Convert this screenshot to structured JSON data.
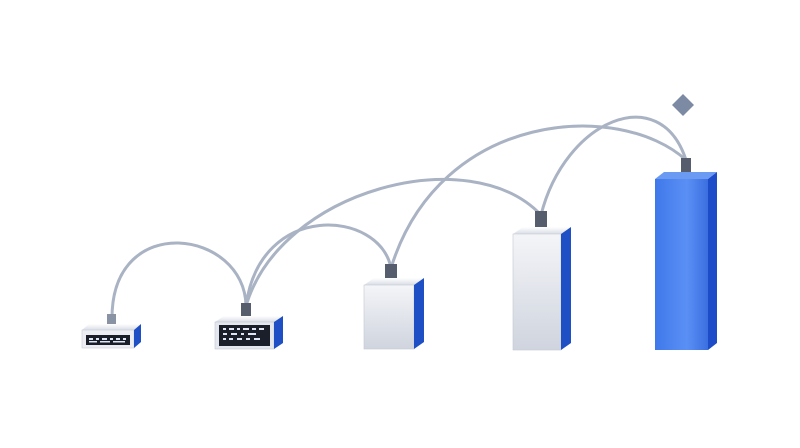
{
  "devices": [
    {
      "id": "d1",
      "kind": "small-module",
      "face": "#eceef3",
      "side": "#1f4fc4",
      "has_display": true
    },
    {
      "id": "d2",
      "kind": "display-module",
      "face": "#e4e7ee",
      "side": "#1f4fc4",
      "has_display": true
    },
    {
      "id": "d3",
      "kind": "box",
      "face": "#e6e9f0",
      "side": "#1f4fc4",
      "has_display": false
    },
    {
      "id": "d4",
      "kind": "tall-box",
      "face": "#e8ebf1",
      "side": "#1f4fc4",
      "has_display": false
    },
    {
      "id": "d5",
      "kind": "tallest-box",
      "face": "#4f86f0",
      "side": "#1d4cc8",
      "has_display": false
    }
  ],
  "connections": [
    {
      "from": "d1",
      "to": "d2"
    },
    {
      "from": "d2",
      "to": "d3"
    },
    {
      "from": "d2",
      "to": "d4"
    },
    {
      "from": "d3",
      "to": "d5"
    },
    {
      "from": "d4",
      "to": "d5"
    }
  ],
  "colors": {
    "cable": "#a9b3c4",
    "cable_shadow": "#8e99ad",
    "port": "#5a6272",
    "screen": "#1b1f2a",
    "leds": "#dfe6f5",
    "marker": "#7d8aa3"
  },
  "marker_icon": "diamond-icon"
}
